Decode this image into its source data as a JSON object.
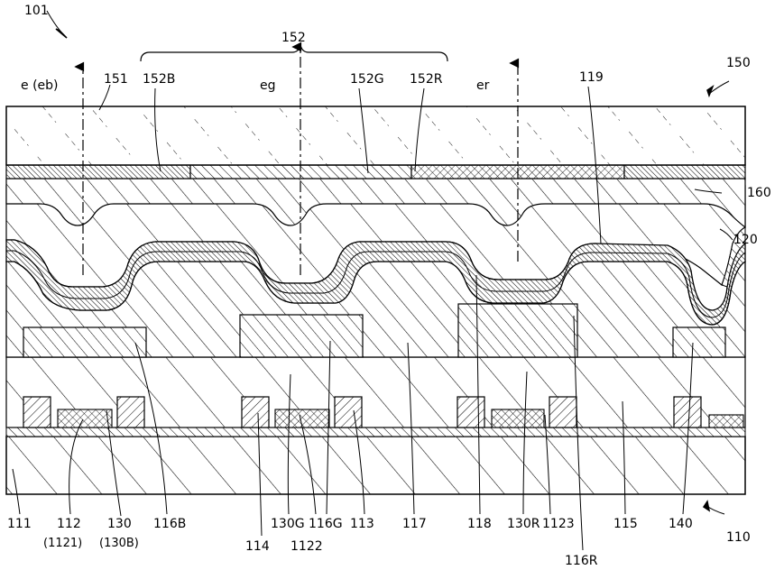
{
  "figure": {
    "ref_device": "101",
    "ref_top_unit": "150",
    "ref_bottom_unit": "110",
    "ref_color_filter": "152"
  },
  "top_labels": {
    "e_eb": "e (eb)",
    "l151": "151",
    "l152B": "152B",
    "eg": "eg",
    "l152G": "152G",
    "l152R": "152R",
    "er": "er",
    "l119": "119"
  },
  "side_labels": {
    "l160": "160",
    "l120": "120"
  },
  "bottom_labels": {
    "l111": "111",
    "l112": "112",
    "l1121": "(1121)",
    "l130": "130",
    "l130B": "(130B)",
    "l116B": "116B",
    "l114": "114",
    "l130G": "130G",
    "l1122": "1122",
    "l116G": "116G",
    "l113": "113",
    "l117": "117",
    "l118": "118",
    "l130R": "130R",
    "l1123": "1123",
    "l115": "115",
    "l140": "140",
    "l116R": "116R"
  },
  "colors": {
    "ink": "#000000",
    "paper": "#ffffff"
  }
}
